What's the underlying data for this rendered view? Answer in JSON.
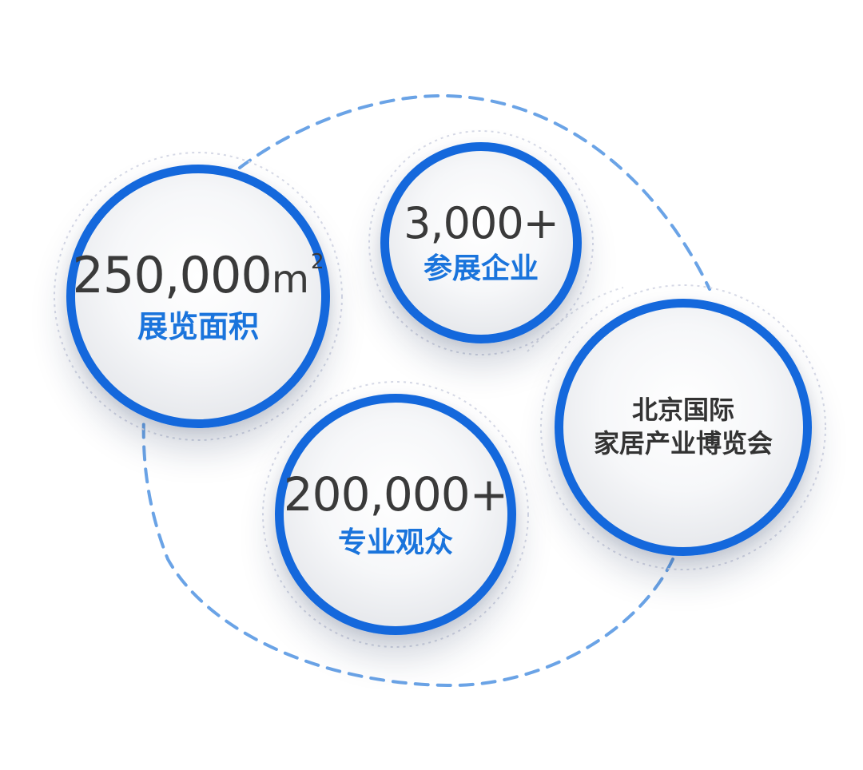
{
  "colors": {
    "ring_blue": "#1468dc",
    "label_blue": "#1a74dc",
    "number_gray": "#3a3a3a",
    "dashed_path": "#6aa3e6"
  },
  "stats": {
    "area": {
      "number": "250,000",
      "unit": "m",
      "superscript": "2",
      "label": "展览面积"
    },
    "exhibitors": {
      "number": "3,000+",
      "label": "参展企业"
    },
    "visitors": {
      "number": "200,000+",
      "label": "专业观众"
    }
  },
  "event": {
    "name_line1": "北京国际",
    "name_line2": "家居产业博览会"
  }
}
